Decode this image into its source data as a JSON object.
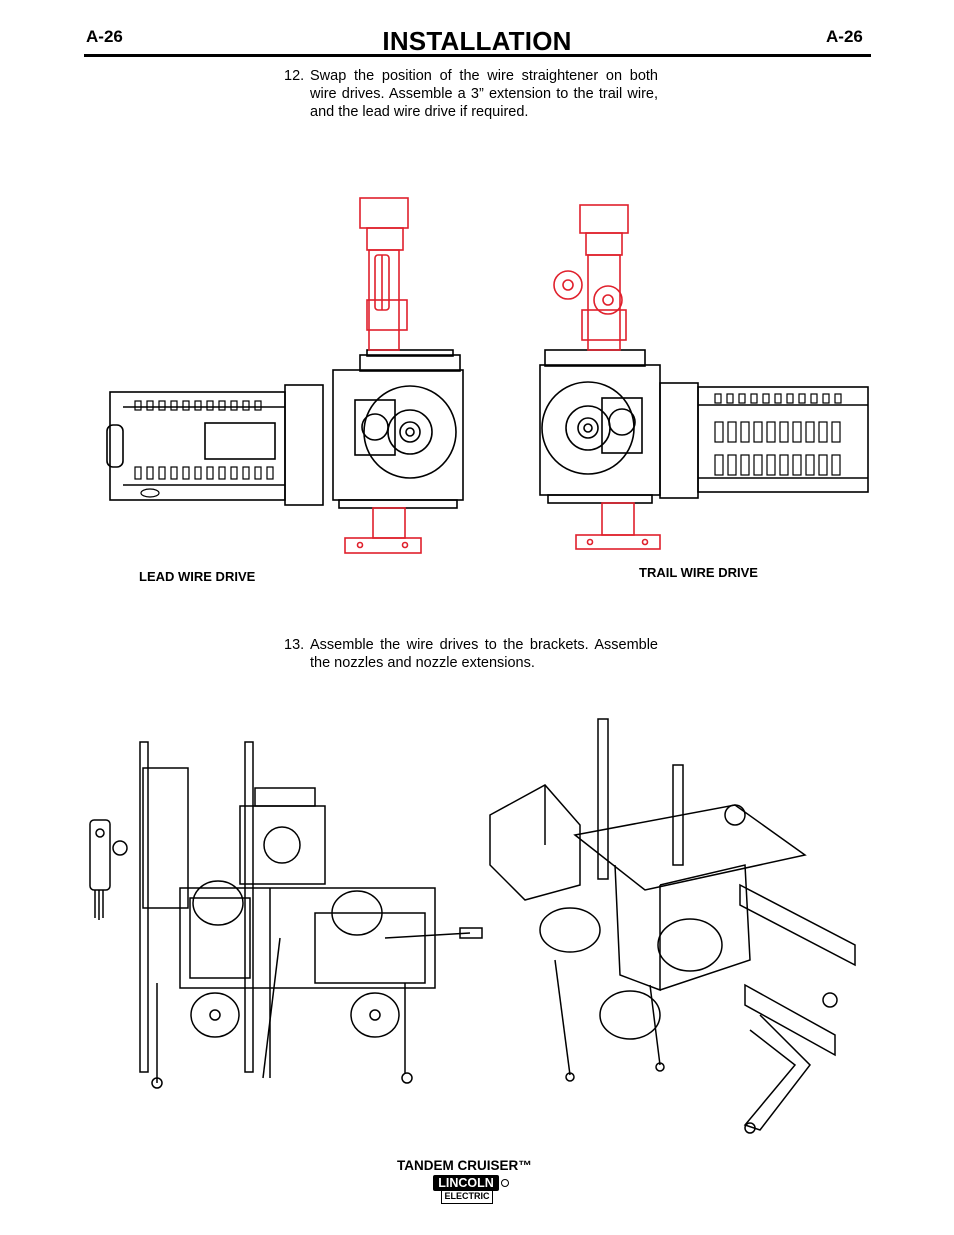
{
  "header": {
    "page_left": "A-26",
    "title": "INSTALLATION",
    "page_right": "A-26"
  },
  "steps": [
    {
      "number": "12.",
      "text": "Swap the position of the wire straightener on both wire drives.  Assemble a 3” extension to the trail wire, and the lead wire drive if required."
    },
    {
      "number": "13.",
      "text": "Assemble the wire drives to the brackets. Assemble the nozzles and nozzle extensions."
    }
  ],
  "figures": {
    "lead_caption": "LEAD WIRE DRIVE",
    "trail_caption": "TRAIL WIRE DRIVE"
  },
  "footer": {
    "product": "TANDEM CRUISER™",
    "logo_top": "LINCOLN",
    "logo_bottom": "ELECTRIC"
  }
}
